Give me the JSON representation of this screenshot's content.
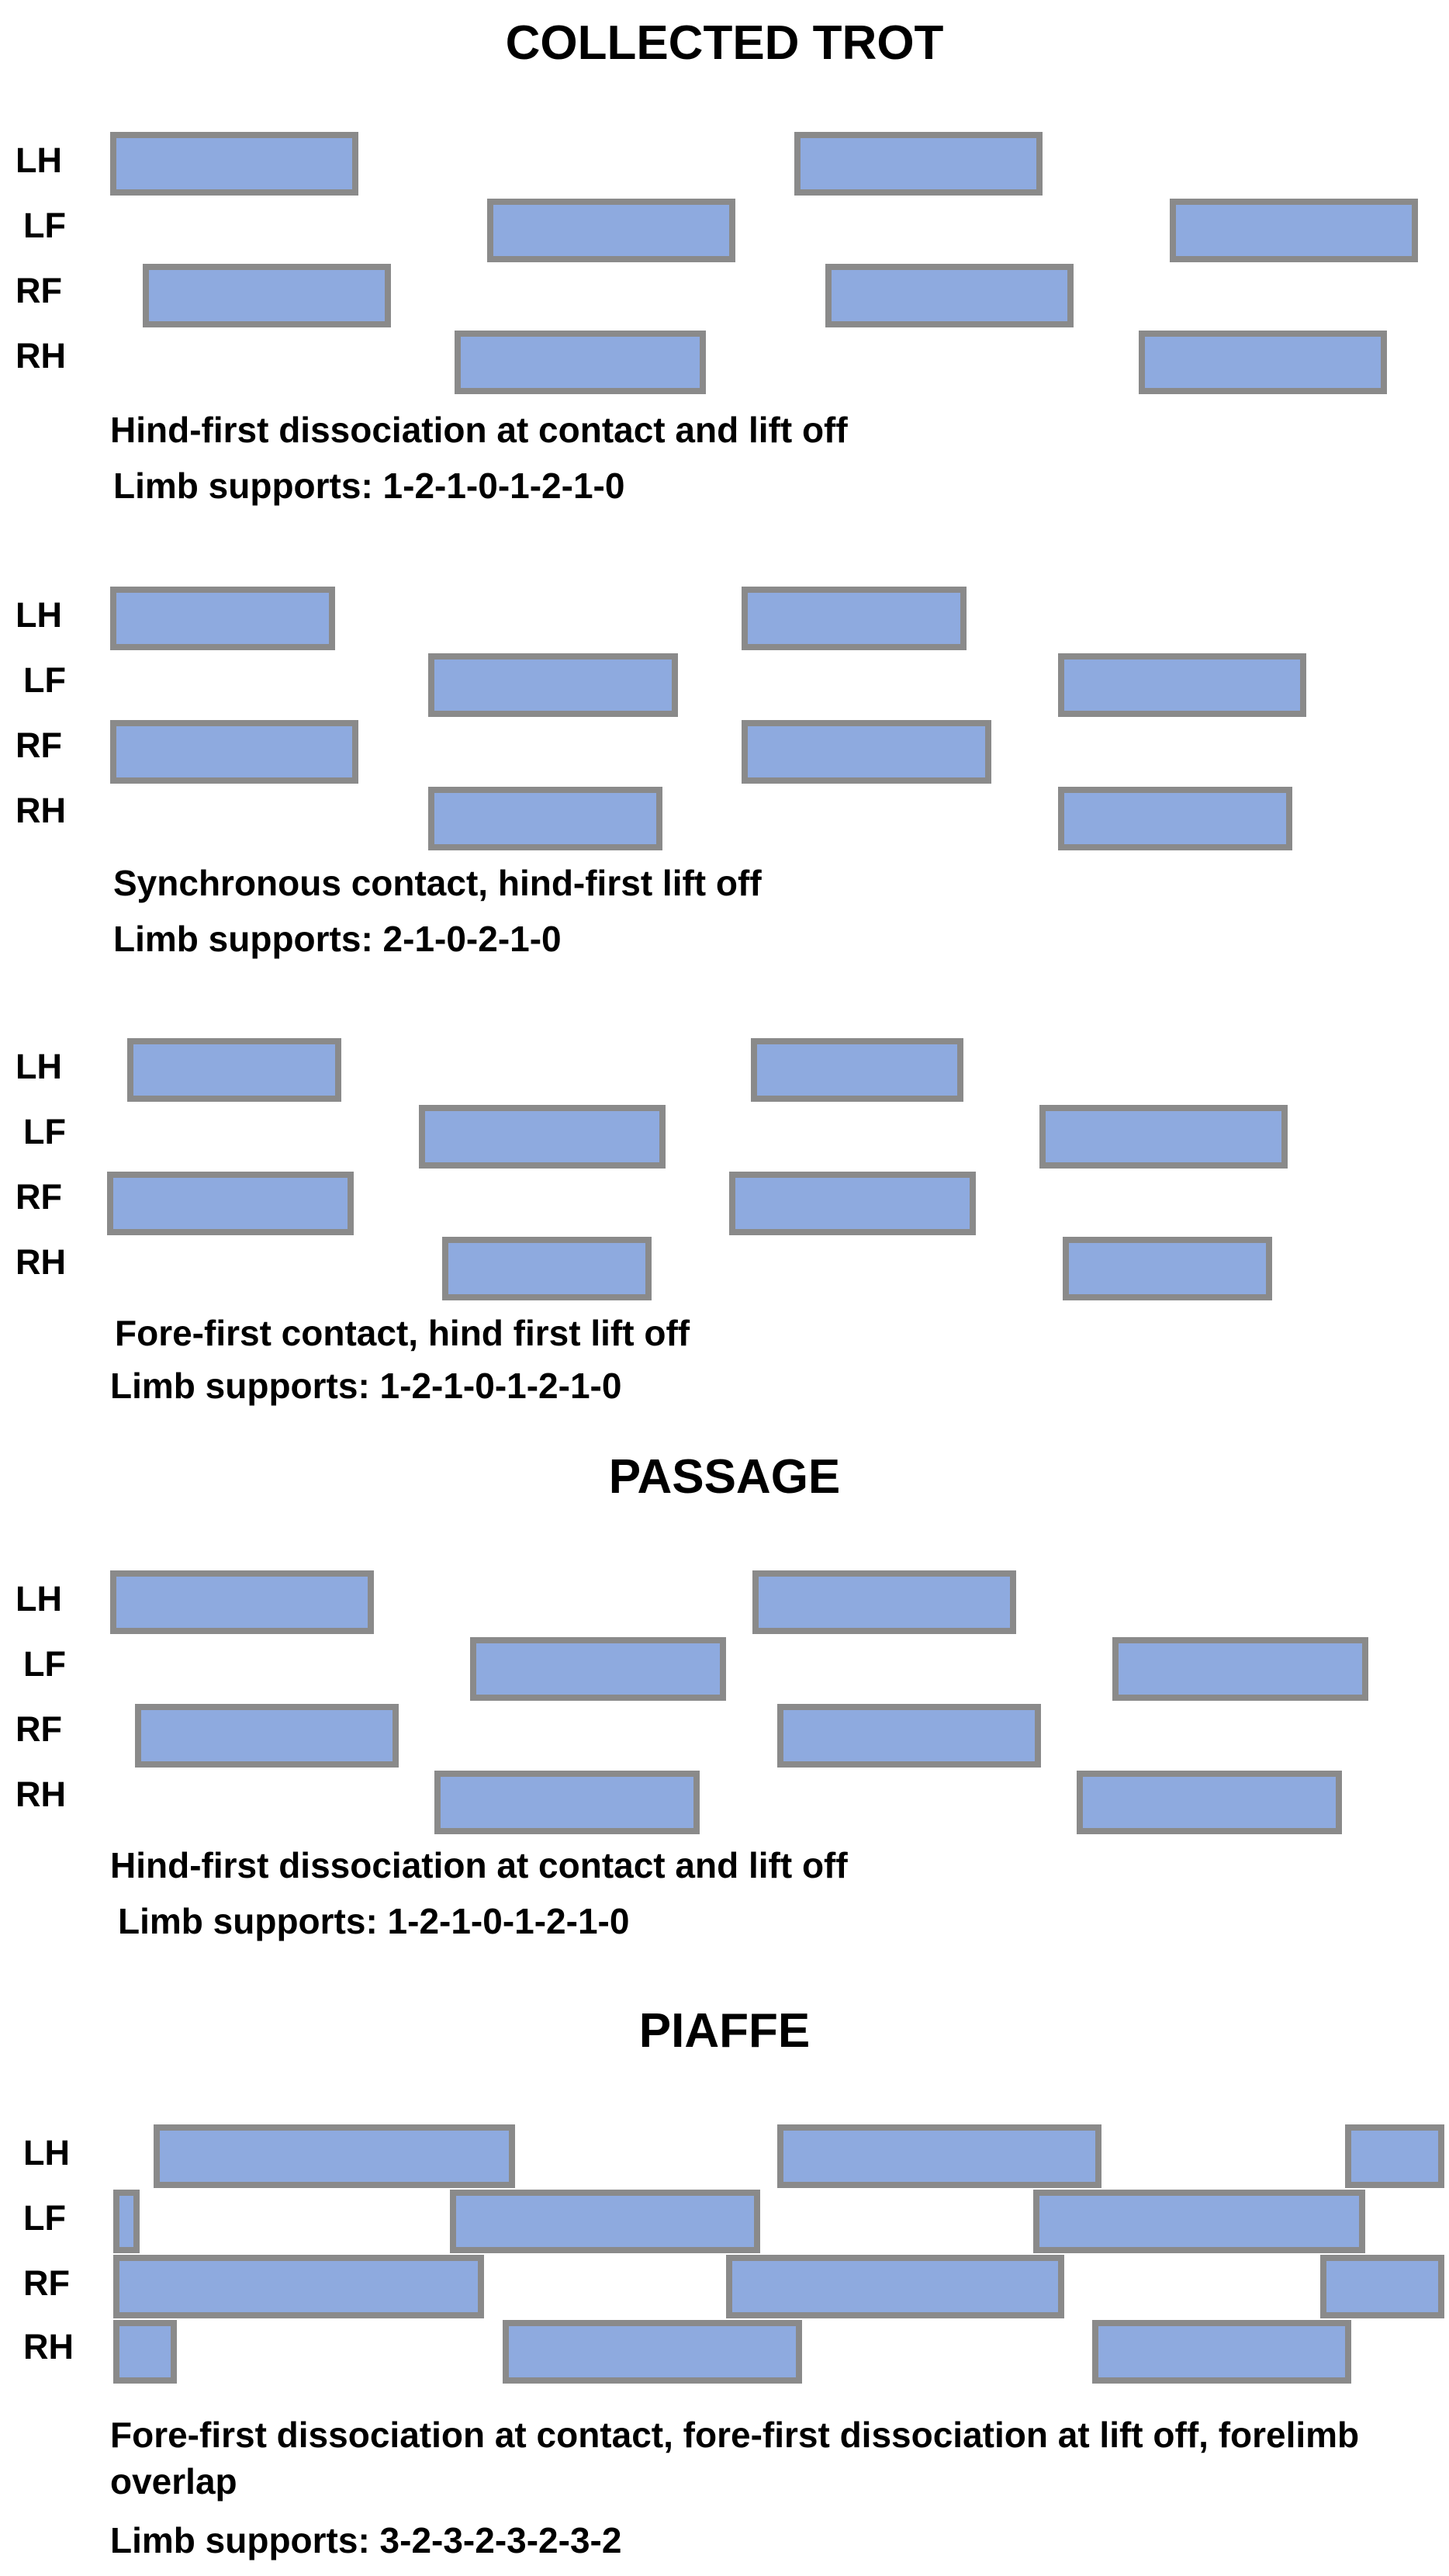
{
  "headings": [
    "COLLECTED TROT",
    "PASSAGE",
    "PIAFFE"
  ],
  "limbs": [
    "LH",
    "LF",
    "RF",
    "RH"
  ],
  "colors": {
    "bar_fill": "#8eaadf",
    "bar_border": "#8a8a8a"
  },
  "diagrams": [
    {
      "section": "COLLECTED TROT",
      "description": "Hind-first dissociation at contact and lift off",
      "supports": "Limb supports: 1-2-1-0-1-2-1-0"
    },
    {
      "section": "COLLECTED TROT",
      "description": "Synchronous contact, hind-first lift off",
      "supports": "Limb supports: 2-1-0-2-1-0"
    },
    {
      "section": "COLLECTED TROT",
      "description": "Fore-first contact, hind first lift off",
      "supports": "Limb supports: 1-2-1-0-1-2-1-0"
    },
    {
      "section": "PASSAGE",
      "description": "Hind-first dissociation at contact and lift off",
      "supports": "Limb supports: 1-2-1-0-1-2-1-0"
    },
    {
      "section": "PIAFFE",
      "description": "Fore-first dissociation at contact, fore-first dissociation at lift off, forelimb overlap",
      "supports": "Limb supports: 3-2-3-2-3-2-3-2"
    }
  ]
}
